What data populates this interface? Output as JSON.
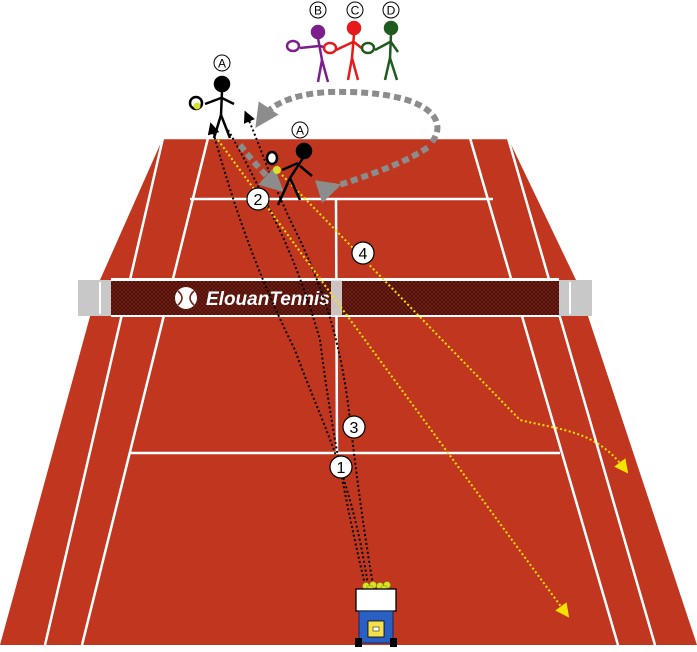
{
  "diagram": {
    "brand": "ElouanTennis",
    "colors": {
      "court": "#c0361f",
      "lines": "#ffffff",
      "net_post": "#c8c8c8",
      "ball": "#d7e22a",
      "yellow_path": "#f2e400",
      "arrow_gray": "#8c8c8c",
      "player_b": "#7a1f8c",
      "player_c": "#e51a1a",
      "player_d": "#1f5a1f",
      "machine": "#2a5fc4"
    },
    "waiting_players": [
      {
        "label": "B",
        "color": "#7a1f8c"
      },
      {
        "label": "C",
        "color": "#e51a1a"
      },
      {
        "label": "D",
        "color": "#1f5a1f"
      }
    ],
    "player_a_back": {
      "label": "A"
    },
    "player_a_net": {
      "label": "A"
    },
    "steps": [
      "1",
      "2",
      "3",
      "4"
    ]
  }
}
